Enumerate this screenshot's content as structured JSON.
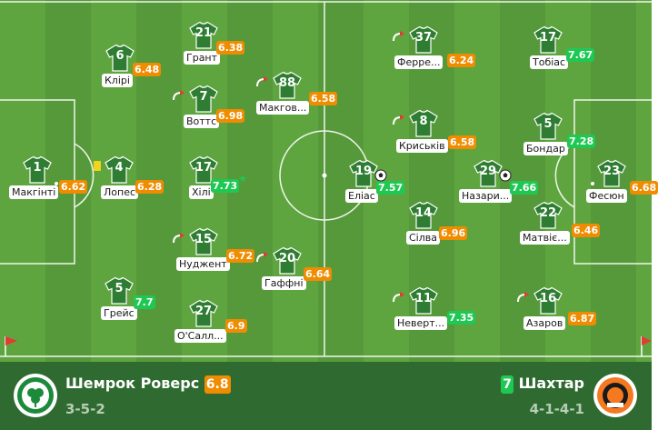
{
  "colors": {
    "pitch_light": "#5fa53f",
    "pitch_dark": "#56993a",
    "shirt": "#2e7d32",
    "rating_orange": "#f08c00",
    "rating_green": "#1ec853",
    "footer_bg": "#2f6b31",
    "card_yellow": "#f2d41b",
    "corner_flag": "#e53935"
  },
  "home": {
    "name": "Шемрок Роверс",
    "rating": "6.8",
    "formation": "3-5-2",
    "logo_icon": "shamrock-rovers-crest-icon"
  },
  "away": {
    "name": "Шахтар",
    "rating": "7",
    "formation": "4-1-4-1",
    "logo_icon": "shakhtar-crest-icon"
  },
  "players": [
    {
      "num": "1",
      "name": "Макгінті",
      "rating": "6.62",
      "r": "orange"
    },
    {
      "num": "4",
      "name": "Лопес",
      "rating": "6.28",
      "r": "orange",
      "card": "yellow"
    },
    {
      "num": "6",
      "name": "Клірі",
      "rating": "6.48",
      "r": "orange"
    },
    {
      "num": "5",
      "name": "Грейс",
      "rating": "7.7",
      "r": "green"
    },
    {
      "num": "21",
      "name": "Грант",
      "rating": "6.38",
      "r": "orange"
    },
    {
      "num": "7",
      "name": "Воттс",
      "rating": "6.98",
      "r": "orange",
      "sub": true
    },
    {
      "num": "17",
      "name": "Хілі",
      "rating": "7.73",
      "r": "green",
      "star": true
    },
    {
      "num": "15",
      "name": "Нуджент",
      "rating": "6.72",
      "r": "orange",
      "sub": true
    },
    {
      "num": "27",
      "name": "О'Салл...",
      "rating": "6.9",
      "r": "orange"
    },
    {
      "num": "88",
      "name": "Макгов...",
      "rating": "6.58",
      "r": "orange",
      "sub": true
    },
    {
      "num": "20",
      "name": "Гаффні",
      "rating": "6.64",
      "r": "orange",
      "sub": true
    },
    {
      "num": "19",
      "name": "Еліас",
      "rating": "7.57",
      "r": "green",
      "goal": true
    },
    {
      "num": "37",
      "name": "Ферре...",
      "rating": "6.24",
      "r": "orange",
      "sub": true
    },
    {
      "num": "8",
      "name": "Криськів",
      "rating": "6.58",
      "r": "orange",
      "sub": true
    },
    {
      "num": "14",
      "name": "Сілва",
      "rating": "6.96",
      "r": "orange"
    },
    {
      "num": "11",
      "name": "Неверт...",
      "rating": "7.35",
      "r": "green",
      "sub": true
    },
    {
      "num": "29",
      "name": "Назари...",
      "rating": "7.66",
      "r": "green",
      "goal": true
    },
    {
      "num": "17",
      "name": "Тобіас",
      "rating": "7.67",
      "r": "green"
    },
    {
      "num": "5",
      "name": "Бондар",
      "rating": "7.28",
      "r": "green"
    },
    {
      "num": "22",
      "name": "Матвіє...",
      "rating": "6.46",
      "r": "orange"
    },
    {
      "num": "16",
      "name": "Азаров",
      "rating": "6.87",
      "r": "orange",
      "sub": true
    },
    {
      "num": "23",
      "name": "Фесюн",
      "rating": "6.68",
      "r": "orange"
    }
  ]
}
